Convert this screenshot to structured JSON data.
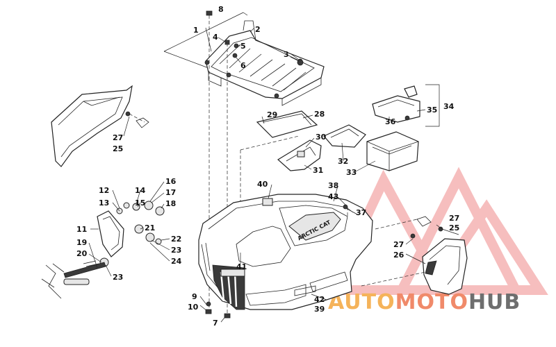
{
  "diagram": {
    "callouts": {
      "c1": "1",
      "c2": "2",
      "c3": "3",
      "c4": "4",
      "c5": "5",
      "c6": "6",
      "c7": "7",
      "c8": "8",
      "c9": "9",
      "c10": "10",
      "c11": "11",
      "c12": "12",
      "c13": "13",
      "c14": "14",
      "c15": "15",
      "c16": "16",
      "c17": "17",
      "c18": "18",
      "c19": "19",
      "c20": "20",
      "c21": "21",
      "c22": "22",
      "c23a": "23",
      "c23b": "23",
      "c24": "24",
      "c25a": "25",
      "c25b": "25",
      "c26": "26",
      "c27a": "27",
      "c27b": "27",
      "c27c": "27",
      "c28": "28",
      "c29": "29",
      "c30": "30",
      "c31": "31",
      "c32": "32",
      "c33": "33",
      "c34": "34",
      "c35": "35",
      "c36": "36",
      "c37": "37",
      "c38": "38",
      "c39": "39",
      "c40": "40",
      "c41": "41",
      "c42": "42",
      "c43": "43"
    },
    "hood_badge": "ARCTIC CAT"
  },
  "watermark": {
    "word_auto": "AUTO",
    "word_moto": "MOTO",
    "word_hub": "HUB",
    "colors": {
      "auto": "#f5b35a",
      "moto": "#f08a6a",
      "hub": "#6e6e6e",
      "triangle": "#ef8a8a"
    }
  }
}
